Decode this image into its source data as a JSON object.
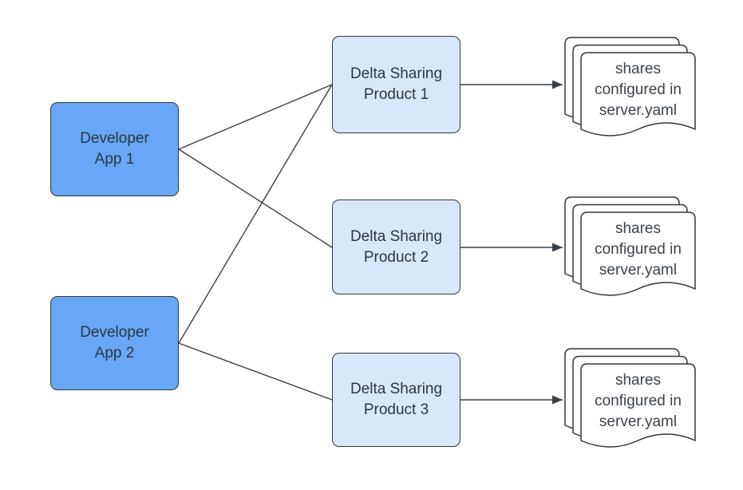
{
  "diagram": {
    "colors": {
      "background": "#ffffff",
      "app_fill": "#67A7F5",
      "product_fill": "#D9E7FB",
      "node_border": "#33373C",
      "connector": "#3B4045",
      "text": "#2E3742",
      "doc_fill": "#ffffff",
      "doc_text": "#3D434A"
    },
    "nodes": {
      "apps": [
        {
          "label": "Developer\nApp 1"
        },
        {
          "label": "Developer\nApp 2"
        }
      ],
      "products": [
        {
          "label": "Delta Sharing\nProduct 1"
        },
        {
          "label": "Delta Sharing\nProduct 2"
        },
        {
          "label": "Delta Sharing\nProduct 3"
        }
      ],
      "shares": [
        {
          "label": "shares\nconfigured in\nserver.yaml"
        },
        {
          "label": "shares\nconfigured in\nserver.yaml"
        },
        {
          "label": "shares\nconfigured in\nserver.yaml"
        }
      ]
    },
    "connections": [
      {
        "from": "Developer App 1",
        "to": "Delta Sharing Product 1",
        "arrowhead": false
      },
      {
        "from": "Developer App 1",
        "to": "Delta Sharing Product 2",
        "arrowhead": false
      },
      {
        "from": "Developer App 2",
        "to": "Delta Sharing Product 1",
        "arrowhead": false
      },
      {
        "from": "Developer App 2",
        "to": "Delta Sharing Product 3",
        "arrowhead": false
      },
      {
        "from": "Delta Sharing Product 1",
        "to": "shares configured in server.yaml (top)",
        "arrowhead": true
      },
      {
        "from": "Delta Sharing Product 2",
        "to": "shares configured in server.yaml (middle)",
        "arrowhead": true
      },
      {
        "from": "Delta Sharing Product 3",
        "to": "shares configured in server.yaml (bottom)",
        "arrowhead": true
      }
    ]
  }
}
